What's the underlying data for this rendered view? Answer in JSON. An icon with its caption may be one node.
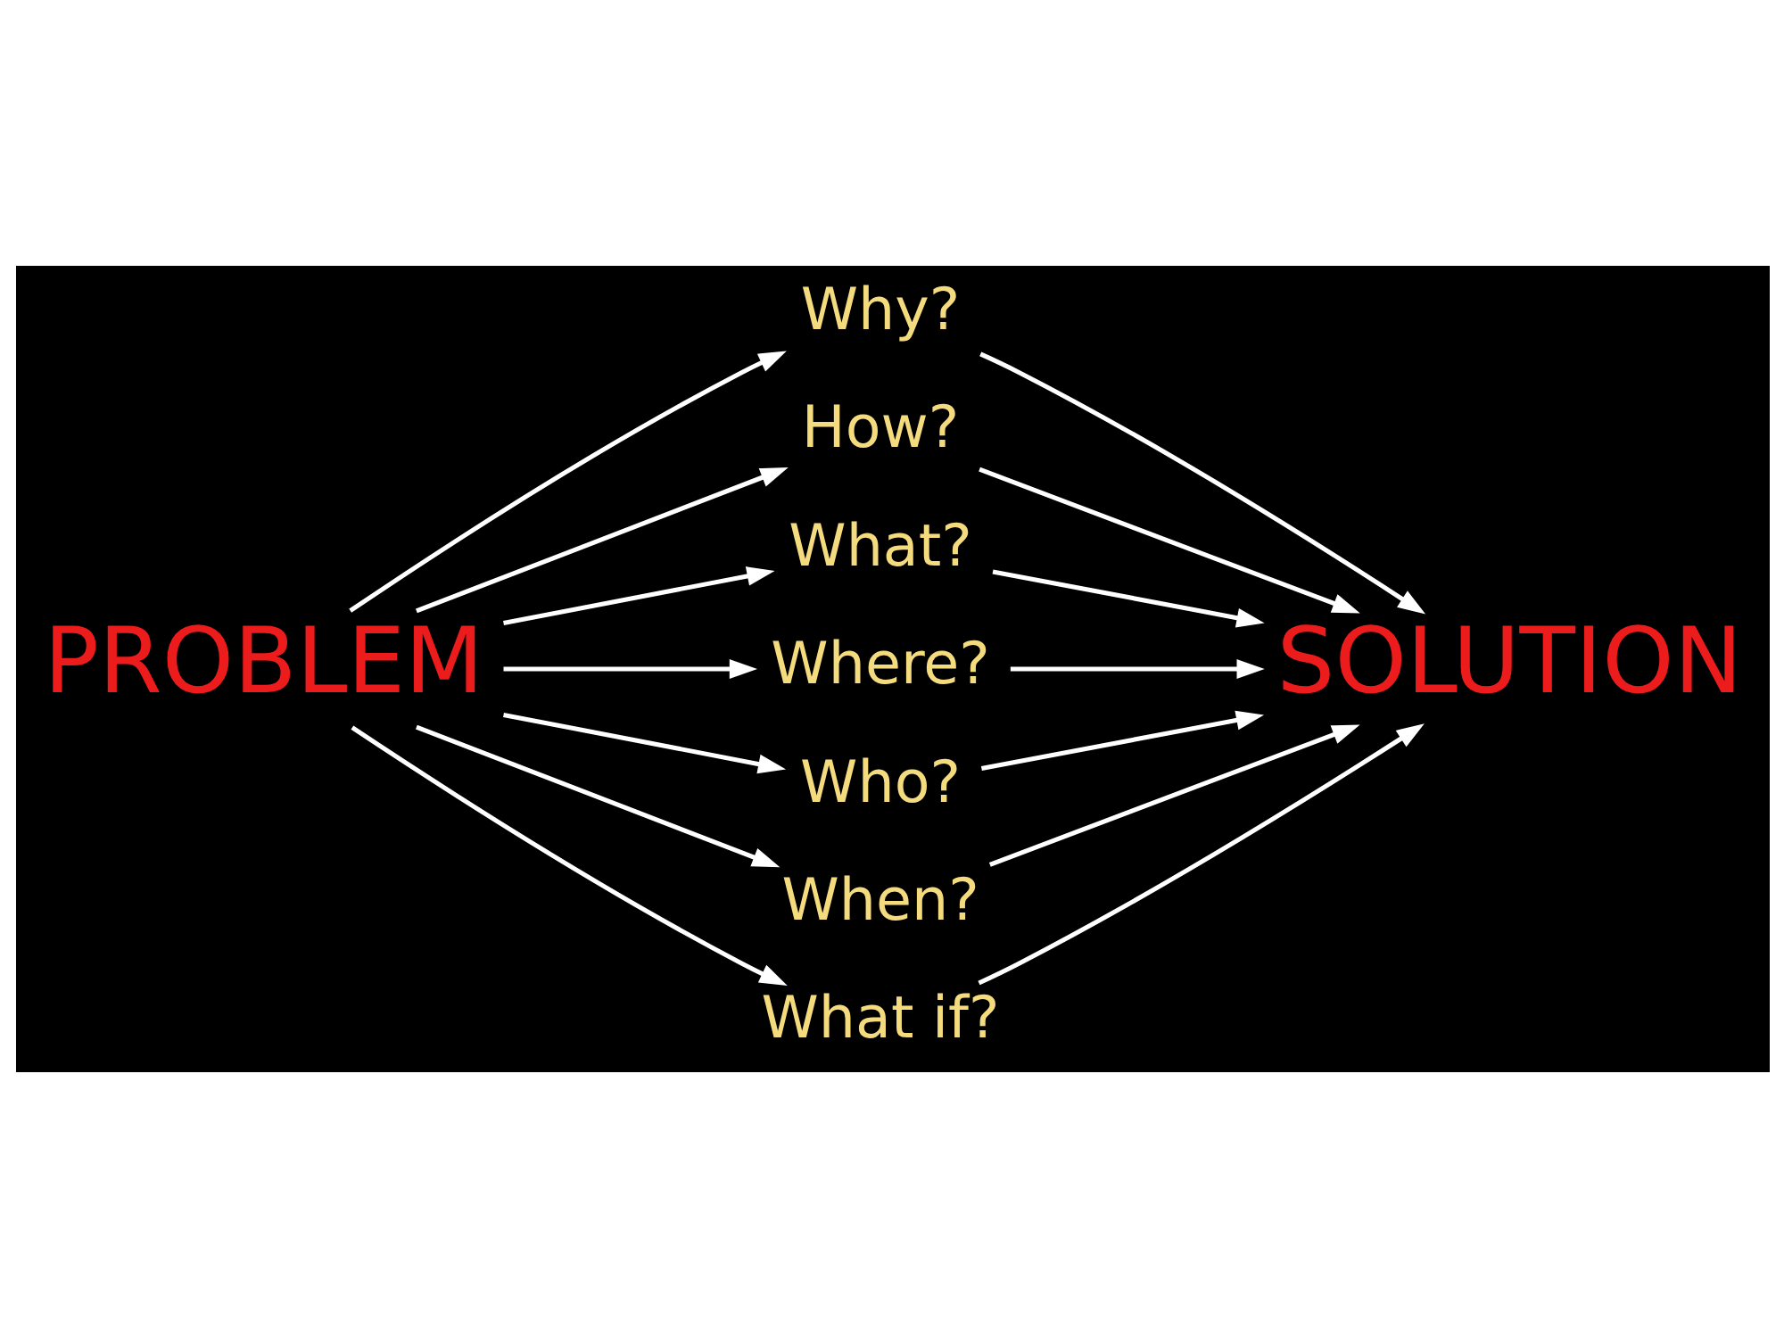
{
  "diagram": {
    "nodes": [
      {
        "text": [
          "Why?"
        ]
      },
      {
        "text": [
          "How?"
        ]
      },
      {
        "text": [
          "What?"
        ]
      },
      {
        "text": [
          "PROBLEM"
        ]
      },
      {
        "text": [
          "Where?"
        ]
      },
      {
        "text": [
          "SOLUTION"
        ]
      },
      {
        "text": [
          "Who?"
        ]
      },
      {
        "text": [
          "When?"
        ]
      },
      {
        "text": [
          "What if?"
        ]
      }
    ],
    "edges": [
      {
        "from": 3,
        "to": 0,
        "arrow": "to"
      },
      {
        "from": 0,
        "to": 5,
        "arrow": "to"
      },
      {
        "from": 3,
        "to": 1,
        "arrow": "to"
      },
      {
        "from": 1,
        "to": 5,
        "arrow": "to"
      },
      {
        "from": 3,
        "to": 2,
        "arrow": "to"
      },
      {
        "from": 2,
        "to": 5,
        "arrow": "to"
      },
      {
        "from": 3,
        "to": 4,
        "arrow": "to"
      },
      {
        "from": 4,
        "to": 5,
        "arrow": "to"
      },
      {
        "from": 3,
        "to": 6,
        "arrow": "to"
      },
      {
        "from": 6,
        "to": 5,
        "arrow": "to"
      },
      {
        "from": 3,
        "to": 7,
        "arrow": "to"
      },
      {
        "from": 7,
        "to": 5,
        "arrow": "to"
      },
      {
        "from": 3,
        "to": 8,
        "arrow": "to"
      },
      {
        "from": 8,
        "to": 5,
        "arrow": "to"
      }
    ]
  }
}
